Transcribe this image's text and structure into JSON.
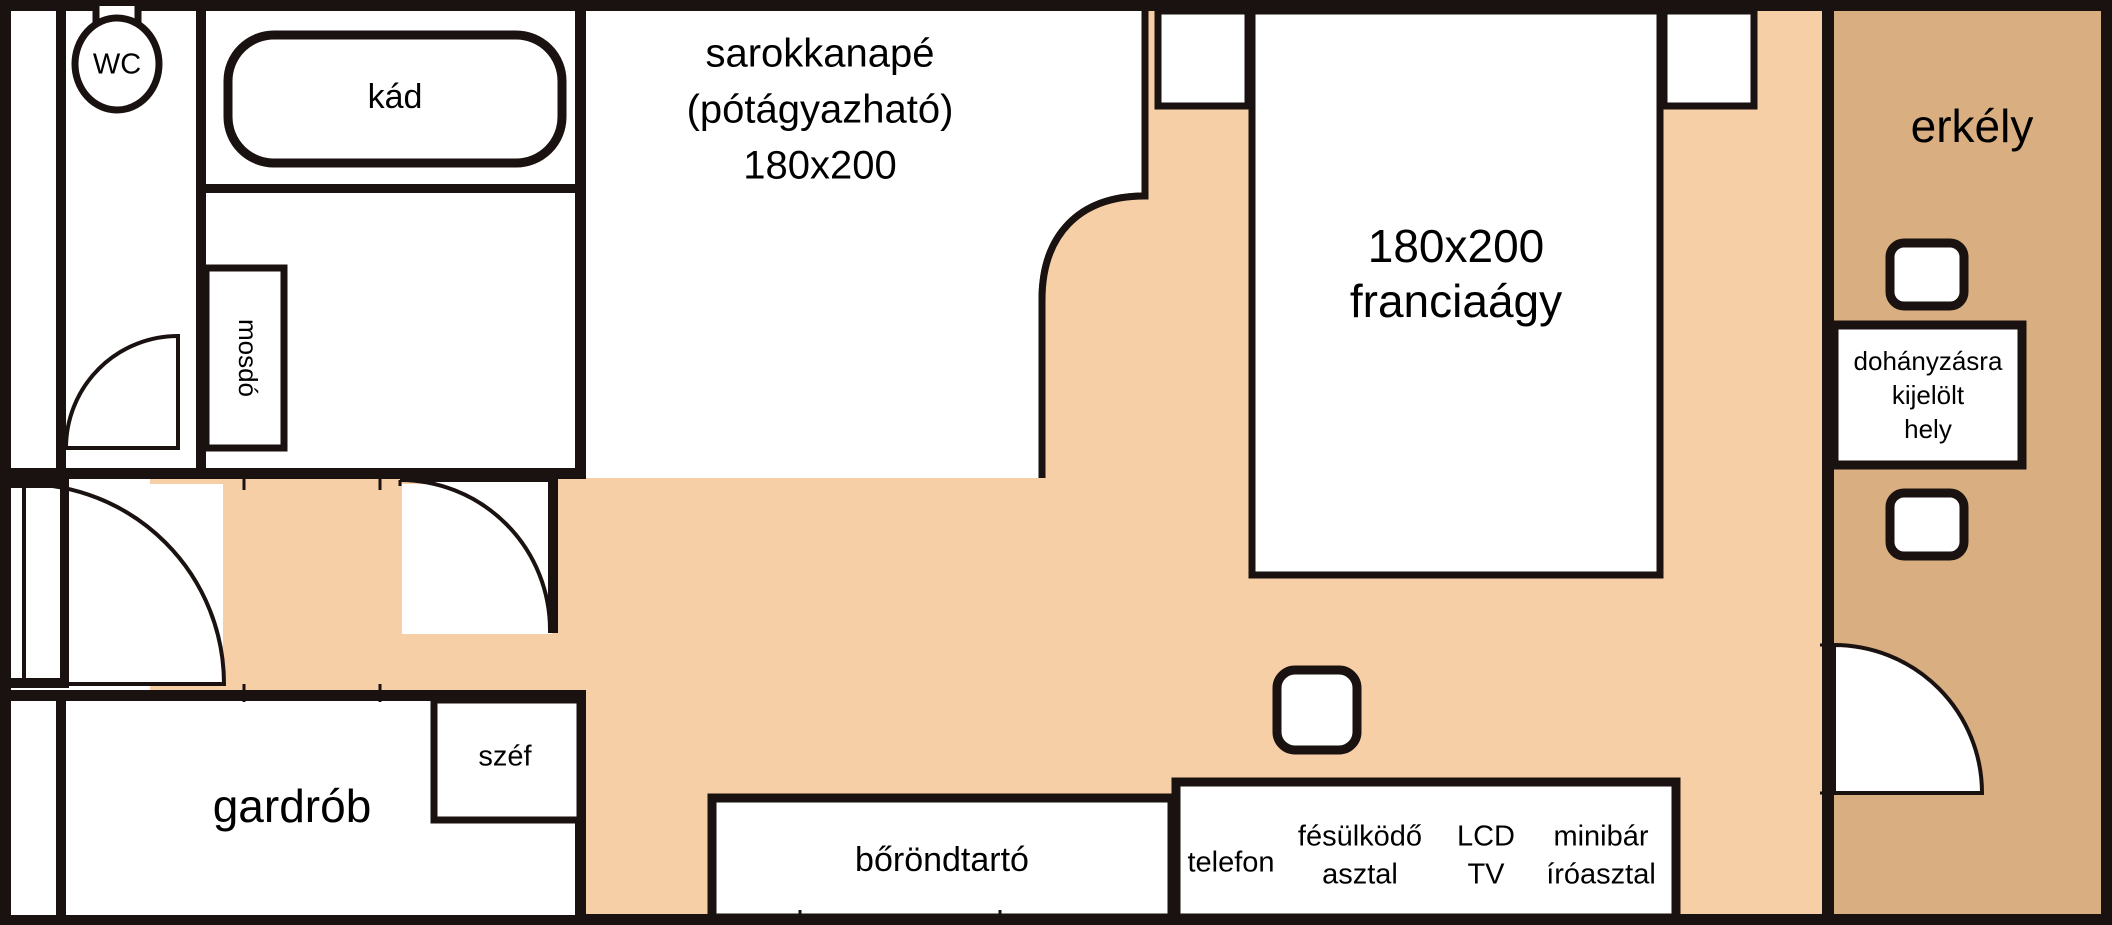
{
  "plan": {
    "title": "Hotel room floor plan",
    "colors": {
      "floor": "#f7cfa6",
      "balcony": "#d9af82",
      "wall": "#1a1210",
      "furniture_fill": "#ffffff"
    }
  },
  "rooms": {
    "bathroom": {
      "wc_label": "WC",
      "bathtub_label": "kád",
      "washbasin_label": "mosdó"
    },
    "wardrobe": {
      "label": "gardrób",
      "safe_label": "széf"
    },
    "balcony": {
      "label": "erkély",
      "smoking_label_line1": "dohányzásra",
      "smoking_label_line2": "kijelölt",
      "smoking_label_line3": "hely"
    }
  },
  "furniture": {
    "sofa": {
      "line1": "sarokkanapé",
      "line2": "(pótágyazható)",
      "line3": "180x200"
    },
    "bed": {
      "line1": "180x200",
      "line2": "franciaágy"
    },
    "luggage_rack": {
      "label": "bőröndtartó"
    },
    "desk_unit": {
      "phone": "telefon",
      "vanity_line1": "fésülködő",
      "vanity_line2": "asztal",
      "tv_line1": "LCD",
      "tv_line2": "TV",
      "minibar_line1": "minibár",
      "minibar_line2": "íróasztal"
    }
  }
}
